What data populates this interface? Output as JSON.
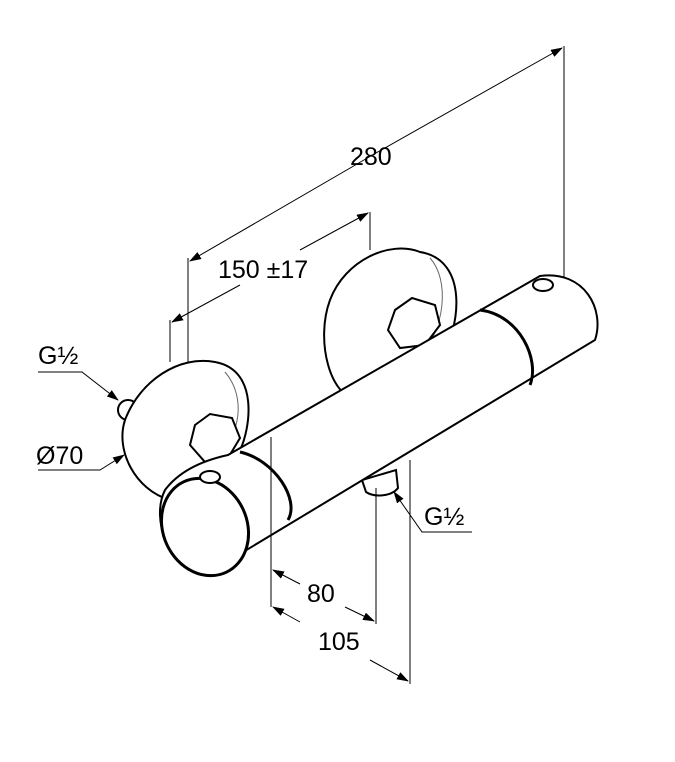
{
  "dimensions": {
    "overall_length": "280",
    "inlet_spacing": "150 ±17",
    "inlet_thread_left": "G½",
    "flange_diameter": "Ø70",
    "outlet_thread": "G½",
    "outlet_offset": "80",
    "depth": "105"
  }
}
